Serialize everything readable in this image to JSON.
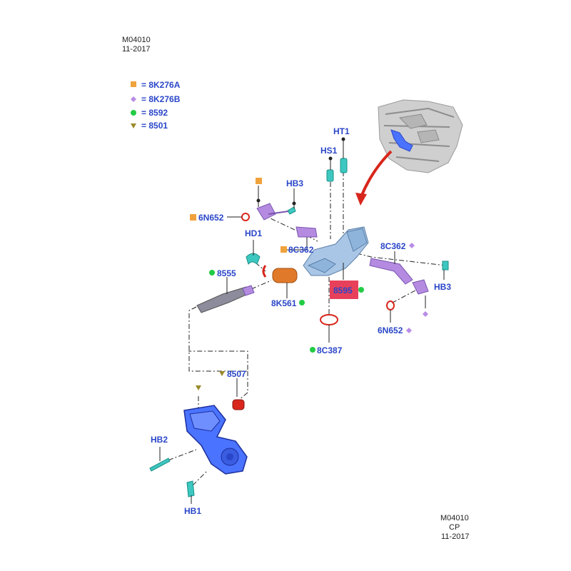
{
  "header": {
    "code": "M04010",
    "date": "11-2017"
  },
  "footer": {
    "code": "M04010",
    "cp": "CP",
    "date": "11-2017"
  },
  "legend": [
    {
      "symbol": "square",
      "color": "#f0a23c",
      "label": "= 8K276A"
    },
    {
      "symbol": "diamond",
      "color": "#b98ce6",
      "label": "= 8K276B"
    },
    {
      "symbol": "circle",
      "color": "#22cc44",
      "label": "= 8592"
    },
    {
      "symbol": "triangle",
      "color": "#9a8a2a",
      "label": "= 8501"
    }
  ],
  "labels": {
    "ht1": "HT1",
    "hs1": "HS1",
    "hb3_top": "HB3",
    "n6n652_left": "6N652",
    "hd1": "HD1",
    "c8c362_left": "8C362",
    "c8c362_right": "8C362",
    "p8555": "8555",
    "p8595": "8595",
    "hb3_right": "HB3",
    "k8k561": "8K561",
    "n6n652_right": "6N652",
    "c8c387": "8C387",
    "p8507": "8507",
    "hb2": "HB2",
    "hb1": "HB1"
  },
  "colors": {
    "label_blue": "#2a46c8",
    "highlight": "#e8405a",
    "arrow_red": "#d8261c",
    "part_blue": "#4a73ff",
    "part_light": "#a9c6e6",
    "part_purple": "#b48be0",
    "part_orange": "#e07a2a",
    "seal_red": "#d8261c",
    "clip_teal": "#3cc8c0"
  }
}
